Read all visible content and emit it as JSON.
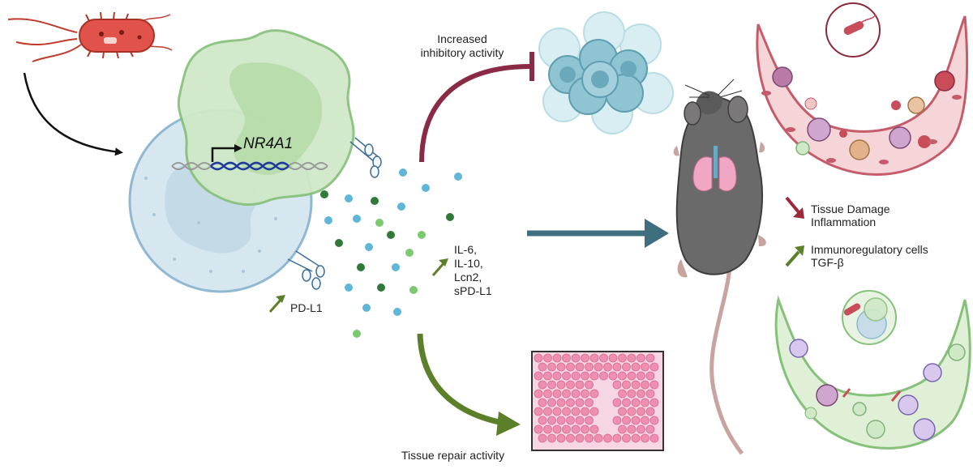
{
  "gene": "NR4A1",
  "labels": {
    "increased_line1": "Increased",
    "increased_line2": "inhibitory activity",
    "cytokine_1": "IL-6,",
    "cytokine_2": "IL-10,",
    "cytokine_3": "Lcn2,",
    "cytokine_4": "sPD-L1",
    "pdl1": "PD-L1",
    "tissue_repair": "Tissue repair activity",
    "damage_1": "Tissue Damage",
    "damage_2": "Inflammation",
    "immuno_1": "Immunoregulatory cells",
    "immuno_2": "TGF-β"
  },
  "colors": {
    "inhibit": "#8a2a45",
    "promote": "#5c7f2a",
    "mouse_arrow": "#3f6f7e",
    "damage_arrow": "#9c2a3a"
  },
  "icons": [
    "bacterium-icon",
    "neutrophil-icon",
    "macrophage-icon",
    "dna-icon",
    "tumor-cells-icon",
    "tissue-cells-icon",
    "mouse-icon",
    "lung-icon",
    "alveolus-icon"
  ]
}
